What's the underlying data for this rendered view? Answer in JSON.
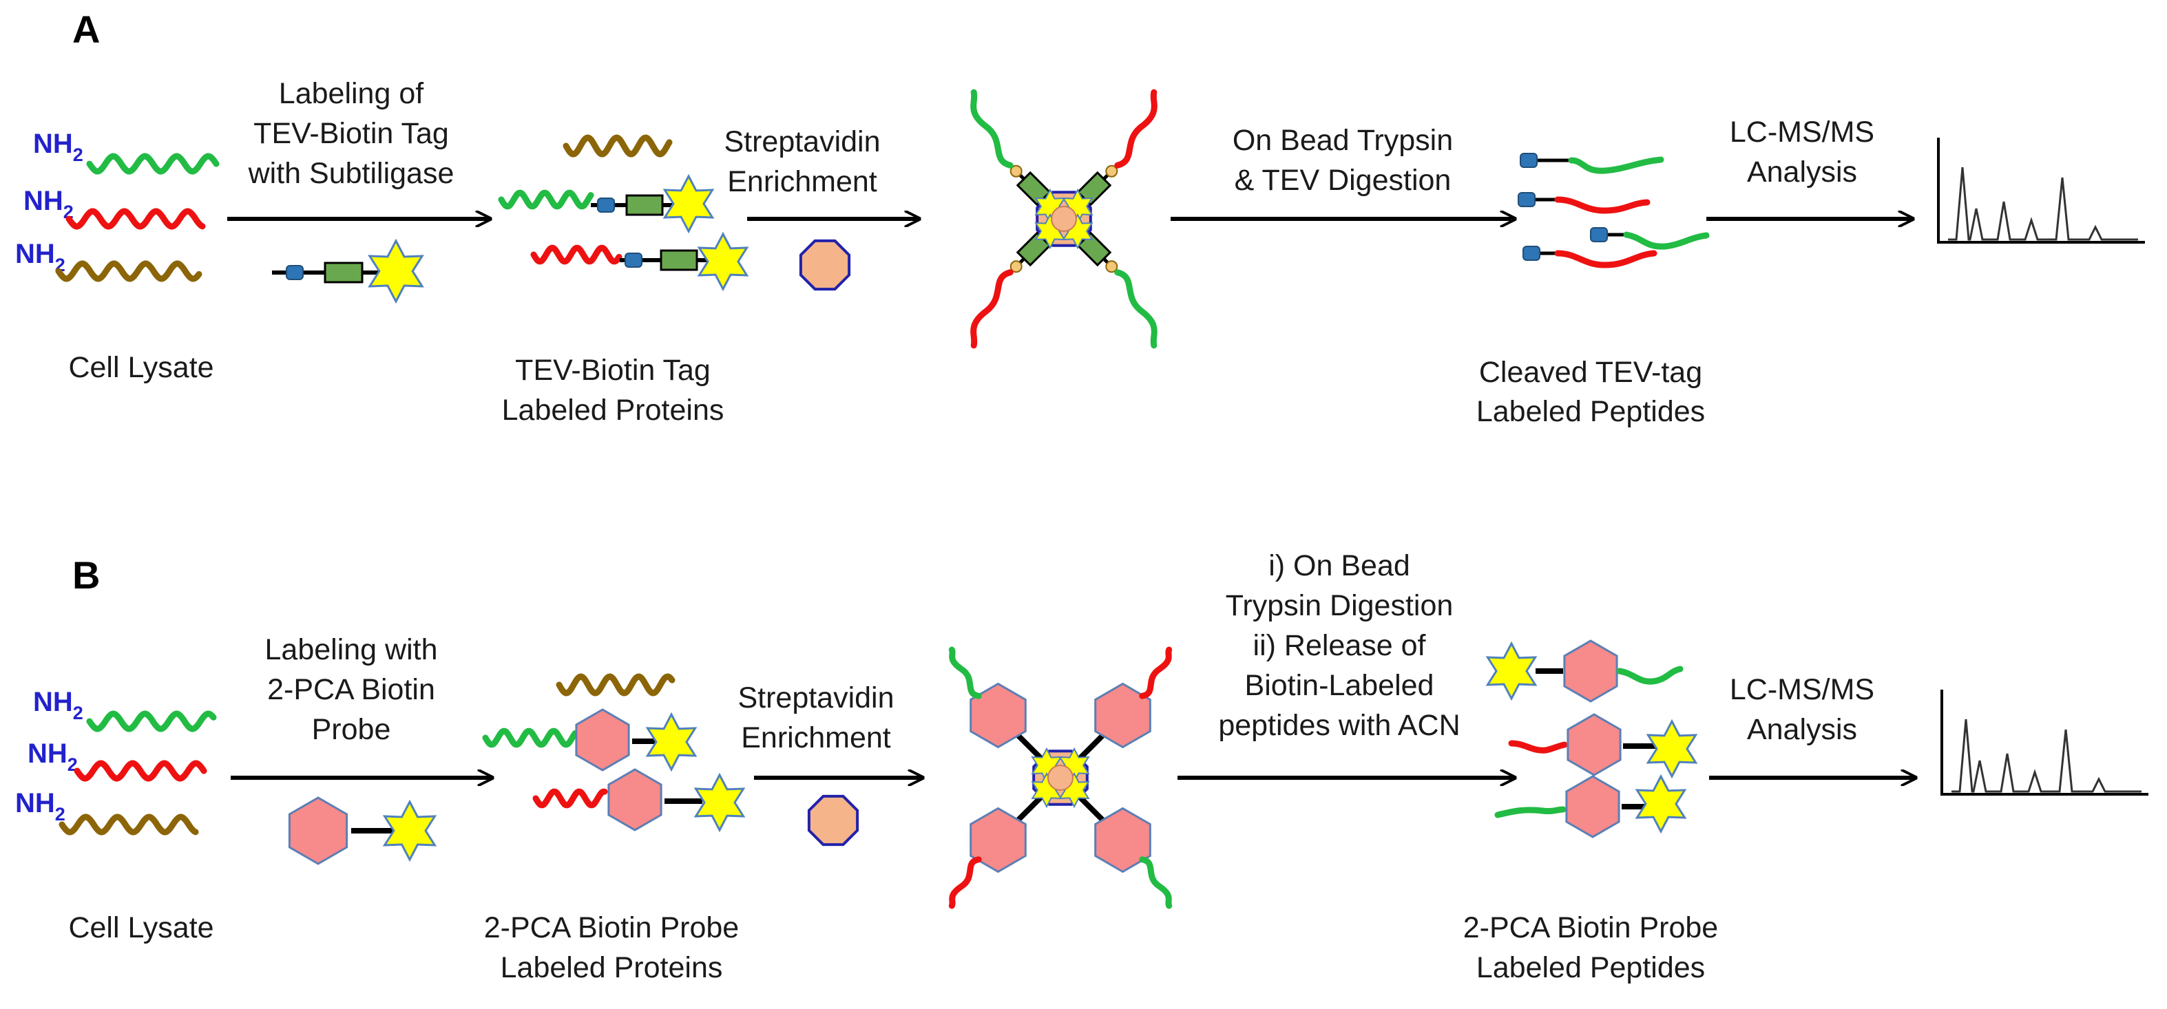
{
  "panels": {
    "a": {
      "letter": "A",
      "nh2": "NH",
      "nh2_sub": "2",
      "step1": [
        "Labeling of",
        "TEV-Biotin Tag",
        "with  Subtiligase"
      ],
      "step2": [
        "Streptavidin",
        "Enrichment"
      ],
      "step3": [
        "On Bead Trypsin",
        "& TEV Digestion"
      ],
      "step4": [
        "LC-MS/MS",
        "Analysis"
      ],
      "cap_lysate": "Cell Lysate",
      "cap_proteins": [
        "TEV-Biotin Tag",
        "Labeled Proteins"
      ],
      "cap_peptides": [
        "Cleaved TEV-tag",
        "Labeled Peptides"
      ]
    },
    "b": {
      "letter": "B",
      "nh2": "NH",
      "nh2_sub": "2",
      "step1": [
        "Labeling with",
        "2-PCA Biotin",
        "Probe"
      ],
      "step2": [
        "Streptavidin",
        "Enrichment"
      ],
      "step3": [
        "i) On Bead",
        "Trypsin Digestion",
        "ii) Release of",
        "Biotin-Labeled",
        "peptides with ACN"
      ],
      "step4": [
        "LC-MS/MS",
        "Analysis"
      ],
      "cap_lysate": "Cell Lysate",
      "cap_proteins": [
        "2-PCA Biotin Probe",
        "Labeled Proteins"
      ],
      "cap_peptides": [
        "2-PCA Biotin Probe",
        "Labeled Peptides"
      ]
    }
  },
  "colors": {
    "green": "#22bb44",
    "red": "#ee1111",
    "brown": "#8b6508",
    "bead": "#f5b48a",
    "hexagon": "#f78a8a",
    "tag_box": "#6aa84f",
    "tev_site": "#2e75b6",
    "star": "#ffff00",
    "star_stroke": "#4f81bd",
    "nh2_text": "#2222cc"
  }
}
